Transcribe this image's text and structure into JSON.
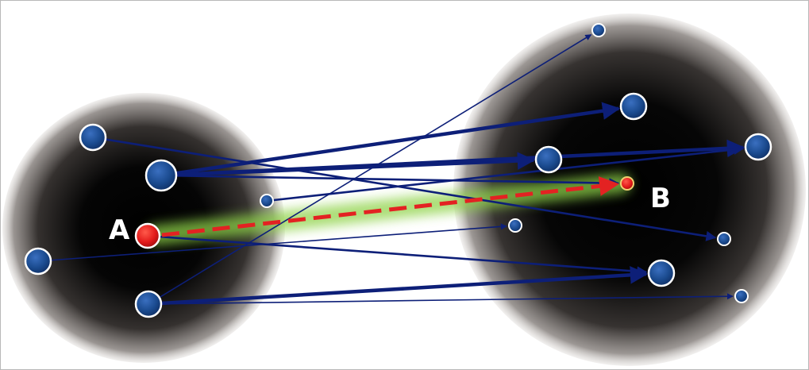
{
  "diagram": {
    "labels": {
      "a": "A",
      "b": "B"
    },
    "colors": {
      "background": "#ffffff",
      "cluster": "#000000",
      "node_fill": "#1a4a8e",
      "node_stroke": "#ffffff",
      "edge": "#0d1f78",
      "highlight_node": "#e31b1b",
      "highlight_path": "#e32222",
      "glow": "#8fd34a"
    },
    "clusters": [
      {
        "name": "left-cluster"
      },
      {
        "name": "right-cluster"
      }
    ],
    "nodes": [
      {
        "id": "L1",
        "cluster": "left",
        "size": "medium"
      },
      {
        "id": "L2",
        "cluster": "left",
        "size": "large"
      },
      {
        "id": "L3",
        "cluster": "left",
        "size": "small"
      },
      {
        "id": "A",
        "cluster": "left",
        "size": "medium",
        "highlight": true
      },
      {
        "id": "L4",
        "cluster": "left",
        "size": "medium"
      },
      {
        "id": "L5",
        "cluster": "left",
        "size": "medium"
      },
      {
        "id": "R1",
        "cluster": "right",
        "size": "small"
      },
      {
        "id": "R2",
        "cluster": "right",
        "size": "medium"
      },
      {
        "id": "R3",
        "cluster": "right",
        "size": "medium"
      },
      {
        "id": "R4",
        "cluster": "right",
        "size": "medium"
      },
      {
        "id": "B",
        "cluster": "right",
        "size": "small",
        "highlight": true
      },
      {
        "id": "R5",
        "cluster": "right",
        "size": "small"
      },
      {
        "id": "R6",
        "cluster": "right",
        "size": "small"
      },
      {
        "id": "R7",
        "cluster": "right",
        "size": "medium"
      },
      {
        "id": "R8",
        "cluster": "right",
        "size": "small"
      }
    ],
    "edges": [
      {
        "from": "L2",
        "to": "R2",
        "weight": "heavy"
      },
      {
        "from": "L2",
        "to": "R3",
        "weight": "heavy"
      },
      {
        "from": "L2",
        "to": "R4",
        "weight": "heavy"
      },
      {
        "from": "L2",
        "to": "B",
        "weight": "medium"
      },
      {
        "from": "L1",
        "to": "R6",
        "weight": "medium"
      },
      {
        "from": "L3",
        "to": "R4",
        "weight": "medium"
      },
      {
        "from": "A",
        "to": "R7",
        "weight": "medium"
      },
      {
        "from": "L4",
        "to": "R5",
        "weight": "thin"
      },
      {
        "from": "L5",
        "to": "R1",
        "weight": "thin"
      },
      {
        "from": "L5",
        "to": "R7",
        "weight": "heavy"
      },
      {
        "from": "L5",
        "to": "R8",
        "weight": "thin"
      },
      {
        "from": "A",
        "to": "B",
        "weight": "highlight",
        "style": "dashed"
      }
    ]
  }
}
